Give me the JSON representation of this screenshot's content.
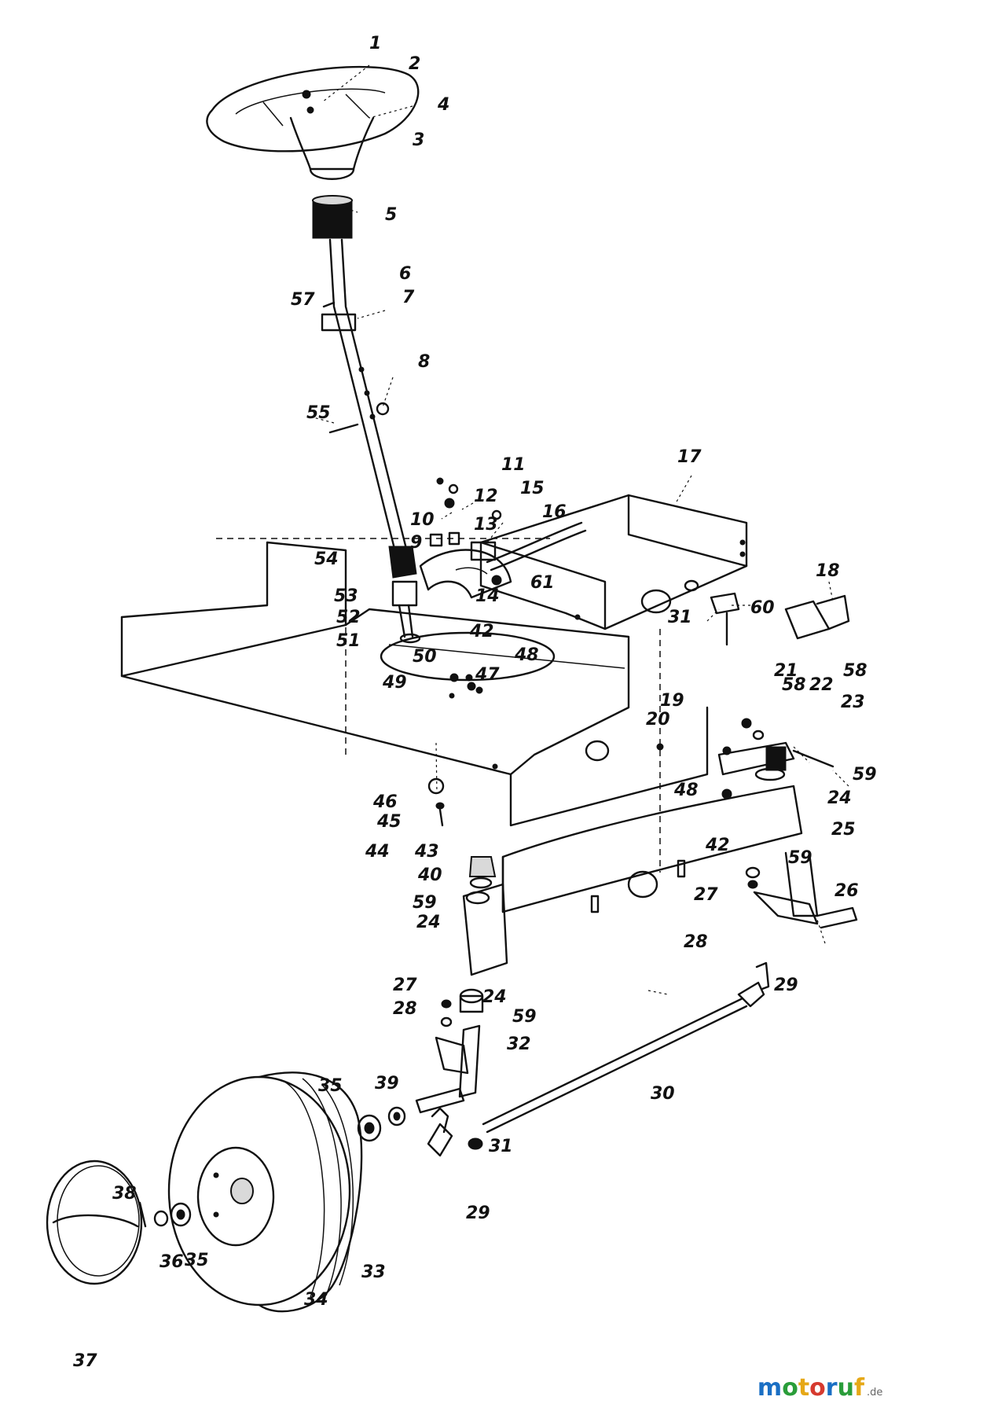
{
  "diagram": {
    "part_labels": [
      {
        "n": "1"
      },
      {
        "n": "2"
      },
      {
        "n": "4"
      },
      {
        "n": "3"
      },
      {
        "n": "5"
      },
      {
        "n": "6"
      },
      {
        "n": "57"
      },
      {
        "n": "7"
      },
      {
        "n": "8"
      },
      {
        "n": "55"
      },
      {
        "n": "11"
      },
      {
        "n": "17"
      },
      {
        "n": "12"
      },
      {
        "n": "15"
      },
      {
        "n": "16"
      },
      {
        "n": "10"
      },
      {
        "n": "13"
      },
      {
        "n": "9"
      },
      {
        "n": "54"
      },
      {
        "n": "61"
      },
      {
        "n": "14"
      },
      {
        "n": "53"
      },
      {
        "n": "18"
      },
      {
        "n": "52"
      },
      {
        "n": "51"
      },
      {
        "n": "42"
      },
      {
        "n": "31"
      },
      {
        "n": "60"
      },
      {
        "n": "48"
      },
      {
        "n": "50"
      },
      {
        "n": "47"
      },
      {
        "n": "49"
      },
      {
        "n": "21"
      },
      {
        "n": "58"
      },
      {
        "n": "22"
      },
      {
        "n": "58"
      },
      {
        "n": "19"
      },
      {
        "n": "23"
      },
      {
        "n": "20"
      },
      {
        "n": "59"
      },
      {
        "n": "48"
      },
      {
        "n": "24"
      },
      {
        "n": "46"
      },
      {
        "n": "45"
      },
      {
        "n": "25"
      },
      {
        "n": "44"
      },
      {
        "n": "43"
      },
      {
        "n": "42"
      },
      {
        "n": "40"
      },
      {
        "n": "59"
      },
      {
        "n": "27"
      },
      {
        "n": "26"
      },
      {
        "n": "59"
      },
      {
        "n": "24"
      },
      {
        "n": "28"
      },
      {
        "n": "29"
      },
      {
        "n": "27"
      },
      {
        "n": "24"
      },
      {
        "n": "28"
      },
      {
        "n": "59"
      },
      {
        "n": "32"
      },
      {
        "n": "35"
      },
      {
        "n": "39"
      },
      {
        "n": "30"
      },
      {
        "n": "31"
      },
      {
        "n": "38"
      },
      {
        "n": "29"
      },
      {
        "n": "36"
      },
      {
        "n": "35"
      },
      {
        "n": "33"
      },
      {
        "n": "34"
      },
      {
        "n": "37"
      }
    ]
  },
  "watermark": {
    "brand": "motoruf",
    "tld": ".de",
    "colors": [
      "#1a6fc4",
      "#2a9d3a",
      "#e6a817",
      "#d63a2f",
      "#1a6fc4",
      "#2a9d3a",
      "#e6a817"
    ]
  }
}
